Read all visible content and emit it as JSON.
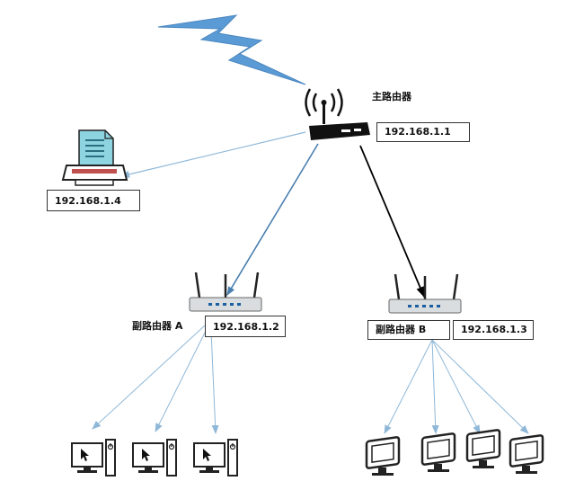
{
  "labels": {
    "main_router": "主路由器",
    "main_router_ip": "192.168.1.1",
    "printer_ip": "192.168.1.4",
    "sub_router_a": "副路由器 A",
    "sub_router_a_ip": "192.168.1.2",
    "sub_router_b": "副路由器 B",
    "sub_router_b_ip": "192.168.1.3"
  },
  "colors": {
    "lightning": "#5b9bd5",
    "link_blue": "#8fb8d8",
    "link_black": "#000000",
    "screen": "#2e75b6",
    "printer_paper": "#8dd3e0",
    "printer_tray": "#c0504d"
  }
}
